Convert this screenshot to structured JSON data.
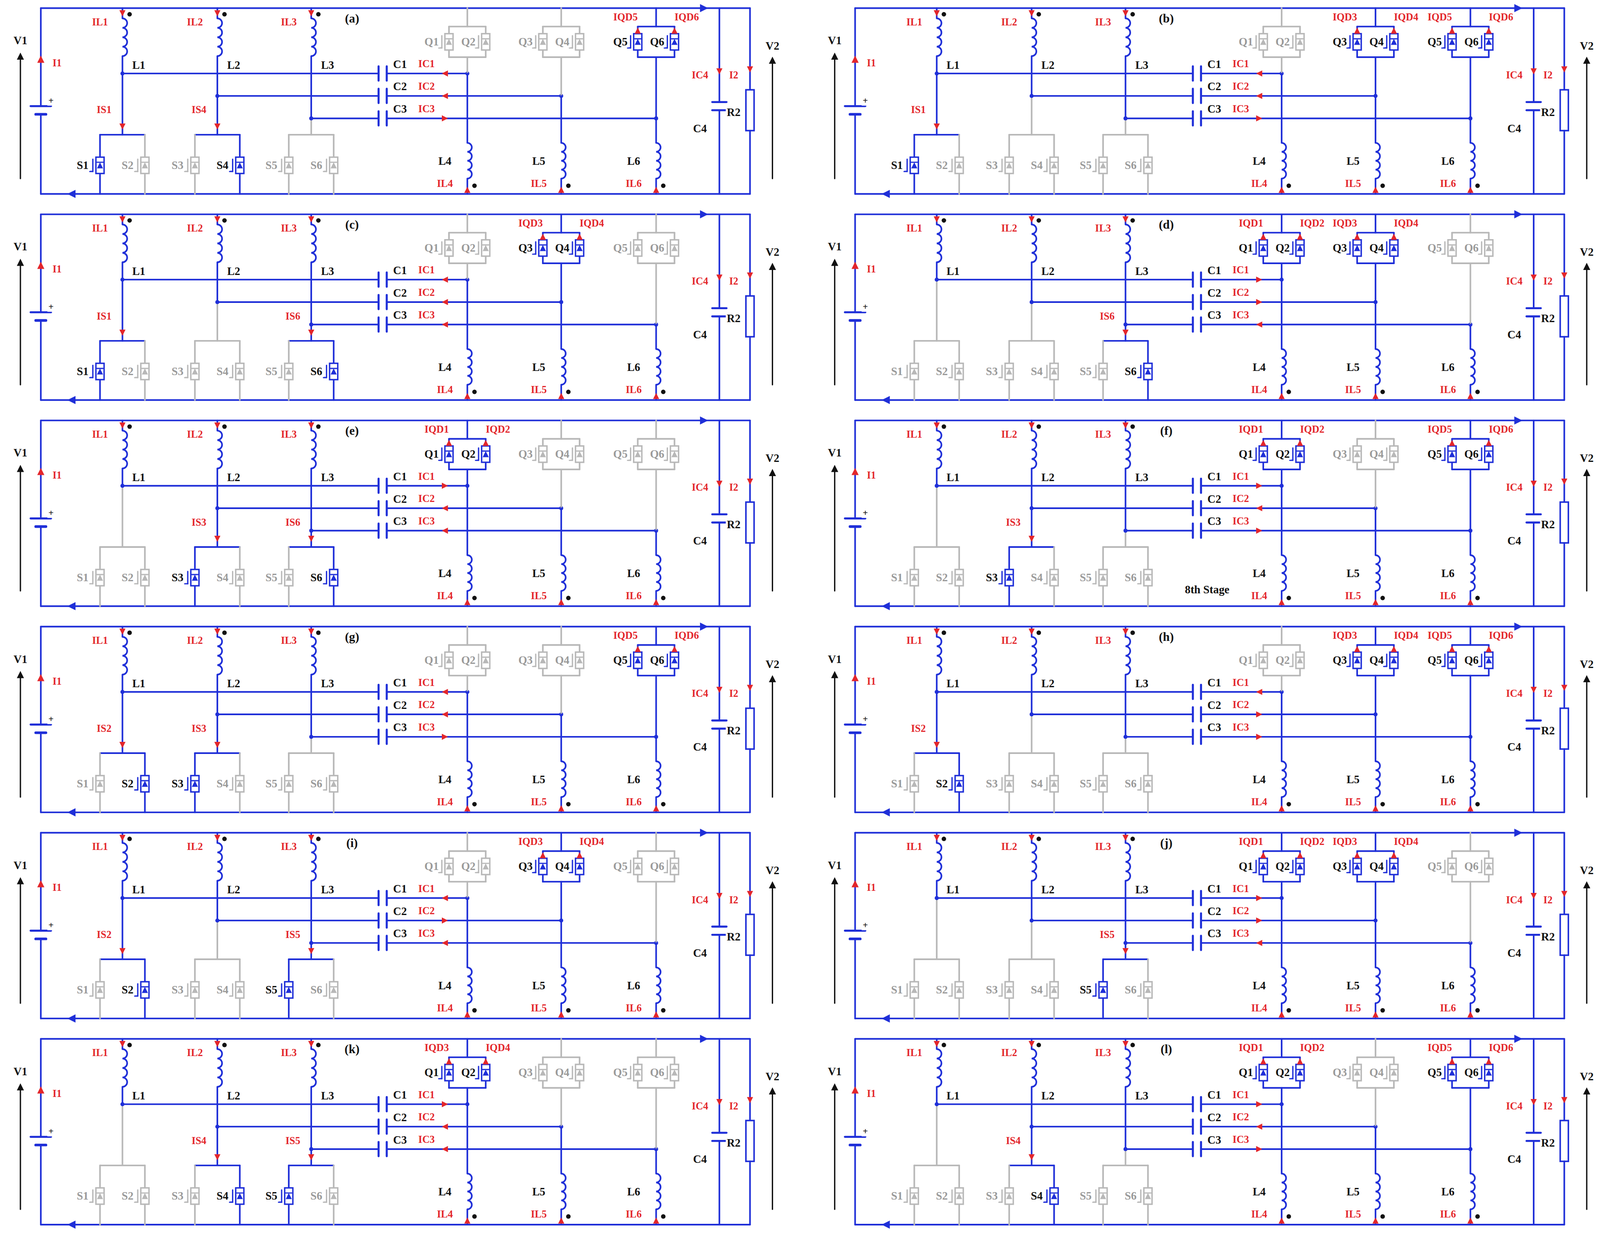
{
  "diagram": {
    "labels": [
      "(a)",
      "V1",
      "+",
      "I1",
      "IL1",
      "L1",
      "IL2",
      "L2",
      "IL3",
      "L3",
      "C1",
      "C2",
      "C3",
      "L4",
      "IL4",
      "L5",
      "IL5",
      "L6",
      "IL6",
      "C4",
      "IC4",
      "I2",
      "V2",
      "R2",
      "S1",
      "S2",
      "S3",
      "S4",
      "S5",
      "S6",
      "Q1",
      "Q2",
      "Q3",
      "Q4",
      "Q5",
      "Q6",
      "IS1",
      "IS4",
      "IC1",
      "IC2",
      "IC3",
      "IQD5",
      "IQD6",
      "(b)",
      "V1",
      "+",
      "I1",
      "IL1",
      "L1",
      "IL2",
      "L2",
      "IL3",
      "L3",
      "C1",
      "C2",
      "C3",
      "L4",
      "IL4",
      "L5",
      "IL5",
      "L6",
      "IL6",
      "C4",
      "IC4",
      "I2",
      "V2",
      "R2",
      "S1",
      "S2",
      "S3",
      "S4",
      "S5",
      "S6",
      "Q1",
      "Q2",
      "Q3",
      "Q4",
      "Q5",
      "Q6",
      "IS1",
      "IC1",
      "IC2",
      "IC3",
      "IQD3",
      "IQD4",
      "IQD5",
      "IQD6",
      "(c)",
      "V1",
      "+",
      "I1",
      "IL1",
      "L1",
      "IL2",
      "L2",
      "IL3",
      "L3",
      "C1",
      "C2",
      "C3",
      "L4",
      "IL4",
      "L5",
      "IL5",
      "L6",
      "IL6",
      "C4",
      "IC4",
      "I2",
      "V2",
      "R2",
      "S1",
      "S2",
      "S3",
      "S4",
      "S5",
      "S6",
      "Q1",
      "Q2",
      "Q3",
      "Q4",
      "Q5",
      "Q6",
      "IS1",
      "IS6",
      "IC1",
      "IC2",
      "IC3",
      "IQD3",
      "IQD4",
      "(d)",
      "V1",
      "+",
      "I1",
      "IL1",
      "L1",
      "IL2",
      "L2",
      "IL3",
      "L3",
      "C1",
      "C2",
      "C3",
      "L4",
      "IL4",
      "L5",
      "IL5",
      "L6",
      "IL6",
      "C4",
      "IC4",
      "I2",
      "V2",
      "R2",
      "S1",
      "S2",
      "S3",
      "S4",
      "S5",
      "S6",
      "Q1",
      "Q2",
      "Q3",
      "Q4",
      "Q5",
      "Q6",
      "IS6",
      "IC1",
      "IC2",
      "IC3",
      "IQD1",
      "IQD2",
      "IQD3",
      "IQD4",
      "(e)",
      "V1",
      "+",
      "I1",
      "IL1",
      "L1",
      "IL2",
      "L2",
      "IL3",
      "L3",
      "C1",
      "C2",
      "C3",
      "L4",
      "IL4",
      "L5",
      "IL5",
      "L6",
      "IL6",
      "C4",
      "IC4",
      "I2",
      "V2",
      "R2",
      "S1",
      "S2",
      "S3",
      "S4",
      "S5",
      "S6",
      "Q1",
      "Q2",
      "Q3",
      "Q4",
      "Q5",
      "Q6",
      "IS3",
      "IS6",
      "IC1",
      "IC2",
      "IC3",
      "IQD1",
      "IQD2",
      "(f)",
      "V1",
      "+",
      "I1",
      "IL1",
      "L1",
      "IL2",
      "L2",
      "IL3",
      "L3",
      "C1",
      "C2",
      "C3",
      "L4",
      "IL4",
      "L5",
      "IL5",
      "L6",
      "IL6",
      "C4",
      "IC4",
      "I2",
      "V2",
      "R2",
      "S1",
      "S2",
      "S3",
      "S4",
      "S5",
      "S6",
      "Q1",
      "Q2",
      "Q3",
      "Q4",
      "Q5",
      "Q6",
      "IS3",
      "IC1",
      "IC2",
      "IC3",
      "IQD1",
      "IQD2",
      "IQD5",
      "IQD6",
      "8th Stage",
      "(g)",
      "V1",
      "+",
      "I1",
      "IL1",
      "L1",
      "IL2",
      "L2",
      "IL3",
      "L3",
      "C1",
      "C2",
      "C3",
      "L4",
      "IL4",
      "L5",
      "IL5",
      "L6",
      "IL6",
      "C4",
      "IC4",
      "I2",
      "V2",
      "R2",
      "S1",
      "S2",
      "S3",
      "S4",
      "S5",
      "S6",
      "Q1",
      "Q2",
      "Q3",
      "Q4",
      "Q5",
      "Q6",
      "IS2",
      "IS3",
      "IC1",
      "IC2",
      "IC3",
      "IQD5",
      "IQD6",
      "(h)",
      "V1",
      "+",
      "I1",
      "IL1",
      "L1",
      "IL2",
      "L2",
      "IL3",
      "L3",
      "C1",
      "C2",
      "C3",
      "L4",
      "IL4",
      "L5",
      "IL5",
      "L6",
      "IL6",
      "C4",
      "IC4",
      "I2",
      "V2",
      "R2",
      "S1",
      "S2",
      "S3",
      "S4",
      "S5",
      "S6",
      "Q1",
      "Q2",
      "Q3",
      "Q4",
      "Q5",
      "Q6",
      "IS2",
      "IC1",
      "IC2",
      "IC3",
      "IQD3",
      "IQD4",
      "IQD5",
      "IQD6",
      "(i)",
      "V1",
      "+",
      "I1",
      "IL1",
      "L1",
      "IL2",
      "L2",
      "IL3",
      "L3",
      "C1",
      "C2",
      "C3",
      "L4",
      "IL4",
      "L5",
      "IL5",
      "L6",
      "IL6",
      "C4",
      "IC4",
      "I2",
      "V2",
      "R2",
      "S1",
      "S2",
      "S3",
      "S4",
      "S5",
      "S6",
      "Q1",
      "Q2",
      "Q3",
      "Q4",
      "Q5",
      "Q6",
      "IS2",
      "IS5",
      "IC1",
      "IC2",
      "IC3",
      "IQD3",
      "IQD4",
      "(j)",
      "V1",
      "+",
      "I1",
      "IL1",
      "L1",
      "IL2",
      "L2",
      "IL3",
      "L3",
      "C1",
      "C2",
      "C3",
      "L4",
      "IL4",
      "L5",
      "IL5",
      "L6",
      "IL6",
      "C4",
      "IC4",
      "I2",
      "V2",
      "R2",
      "S1",
      "S2",
      "S3",
      "S4",
      "S5",
      "S6",
      "Q1",
      "Q2",
      "Q3",
      "Q4",
      "Q5",
      "Q6",
      "IS5",
      "IC1",
      "IC2",
      "IC3",
      "IQD1",
      "IQD2",
      "IQD3",
      "IQD4",
      "(k)",
      "V1",
      "+",
      "I1",
      "IL1",
      "L1",
      "IL2",
      "L2",
      "IL3",
      "L3",
      "C1",
      "C2",
      "C3",
      "L4",
      "IL4",
      "L5",
      "IL5",
      "L6",
      "IL6",
      "C4",
      "IC4",
      "I2",
      "V2",
      "R2",
      "S1",
      "S2",
      "S3",
      "S4",
      "S5",
      "S6",
      "Q1",
      "Q2",
      "Q3",
      "Q4",
      "Q5",
      "Q6",
      "IS4",
      "IS5",
      "IC1",
      "IC2",
      "IC3",
      "IQD3",
      "IQD4",
      "(l)",
      "V1",
      "+",
      "I1",
      "IL1",
      "L1",
      "IL2",
      "L2",
      "IL3",
      "L3",
      "C1",
      "C2",
      "C3",
      "L4",
      "IL4",
      "L5",
      "IL5",
      "L6",
      "IL6",
      "C4",
      "IC4",
      "I2",
      "V2",
      "R2",
      "S1",
      "S2",
      "S3",
      "S4",
      "S5",
      "S6",
      "Q1",
      "Q2",
      "Q3",
      "Q4",
      "Q5",
      "Q6",
      "IS4",
      "IC1",
      "IC2",
      "IC3",
      "IQD1",
      "IQD2",
      "IQD5",
      "IQD6"
    ]
  }
}
